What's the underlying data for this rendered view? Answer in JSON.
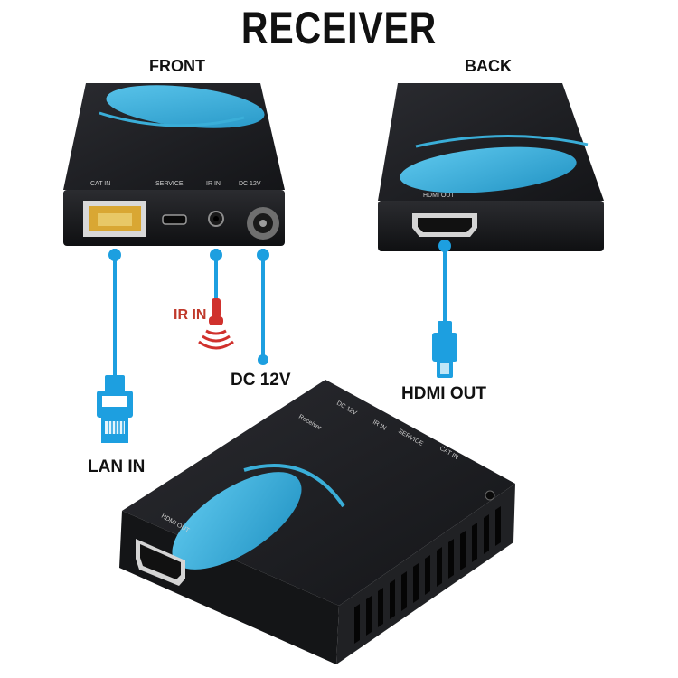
{
  "title": "RECEIVER",
  "views": {
    "front": "FRONT",
    "back": "BACK"
  },
  "connectors": {
    "ir_in": "IR IN",
    "dc_12v": "DC 12V",
    "hdmi_out": "HDMI OUT",
    "lan_in": "LAN IN"
  },
  "colors": {
    "device_body": "#1c1d20",
    "accent_blue": "#3aaed8",
    "cable_blue": "#1d9fe0",
    "ir_red": "#d0312d"
  },
  "icons": [
    "rj45-plug-icon",
    "ir-sensor-icon",
    "hdmi-plug-icon",
    "dc-plug-icon"
  ]
}
